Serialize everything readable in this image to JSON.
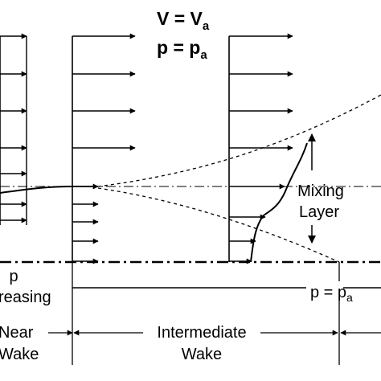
{
  "freestream": {
    "velocity_label_main": "V = V",
    "velocity_label_sub": "a",
    "pressure_label_main": "p = p",
    "pressure_label_sub": "a"
  },
  "mixing_layer": {
    "line1": "Mixing",
    "line2": "Layer"
  },
  "pressure_region": {
    "left_line1": "p",
    "left_line2": "reasing",
    "right_main": "p = p",
    "right_sub": "a"
  },
  "zones": {
    "near_line1": "Near",
    "near_line2": "Wake",
    "intermediate_line1": "Intermediate",
    "intermediate_line2": "Wake"
  },
  "colors": {
    "ink": "#000000",
    "background": "#ffffff"
  }
}
